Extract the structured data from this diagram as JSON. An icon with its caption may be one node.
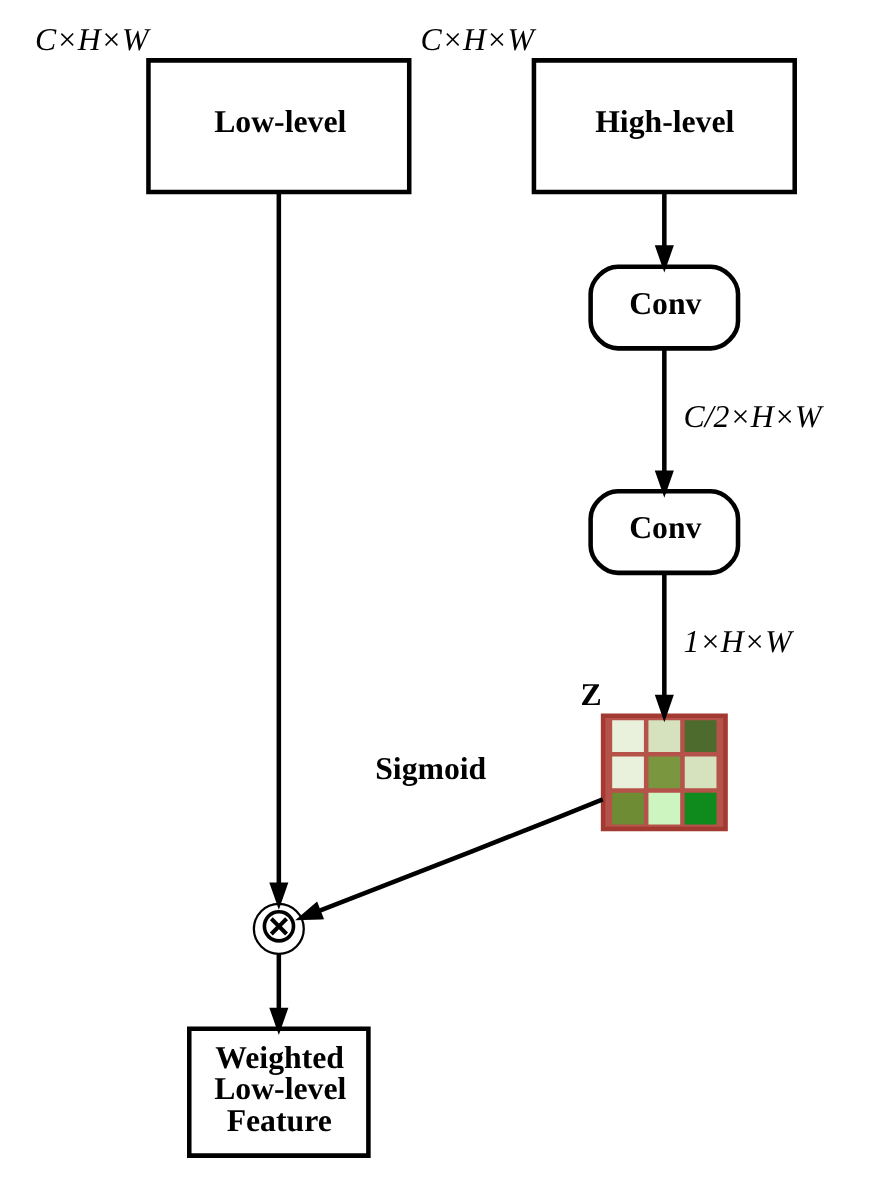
{
  "diagram": {
    "nodes": [
      {
        "text": [
          "Low-level"
        ],
        "beside": [
          "C×H×W"
        ]
      },
      {
        "text": [
          "High-level"
        ],
        "beside": [
          "C×H×W"
        ]
      },
      {
        "text": [
          "Conv"
        ]
      },
      {
        "text": [
          "Conv"
        ]
      },
      {
        "text": [],
        "shape": "box",
        "beside": [
          "Z"
        ]
      },
      {
        "text": [
          "⊗"
        ]
      },
      {
        "text": [
          "Weighted Low-level Feature"
        ]
      }
    ],
    "edges": [
      {
        "from": 1,
        "to": 2,
        "arrow": "to"
      },
      {
        "from": 2,
        "to": 3,
        "arrow": "to",
        "label": "C/2×H×W"
      },
      {
        "from": 3,
        "to": 4,
        "arrow": "to",
        "label": "1×H×W"
      },
      {
        "from": 0,
        "to": 5,
        "arrow": "to"
      },
      {
        "from": 4,
        "to": 5,
        "arrow": "to"
      },
      {
        "from": 5,
        "to": 6,
        "arrow": "to"
      }
    ],
    "labels": [
      "Sigmoid"
    ]
  }
}
